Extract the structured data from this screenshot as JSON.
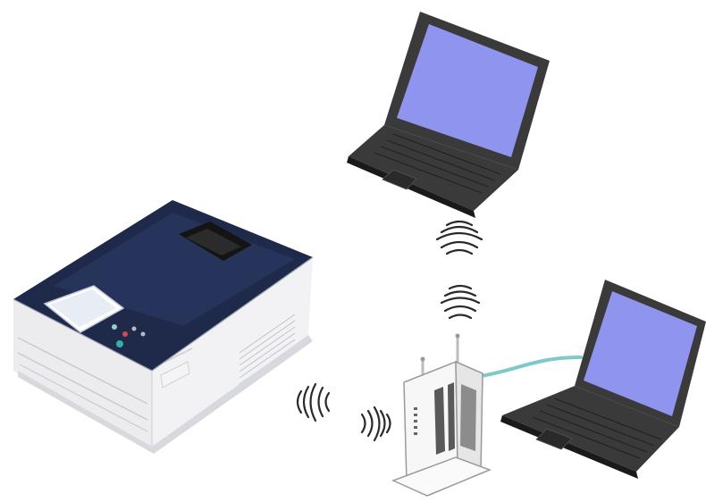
{
  "diagram": {
    "nodes": [
      {
        "id": "printer",
        "icon": "printer-icon"
      },
      {
        "id": "laptop-top",
        "icon": "laptop-icon"
      },
      {
        "id": "laptop-right",
        "icon": "laptop-icon"
      },
      {
        "id": "router",
        "icon": "wireless-router-icon"
      }
    ],
    "links": [
      {
        "from": "printer",
        "to": "router",
        "kind": "wireless"
      },
      {
        "from": "laptop-top",
        "to": "router",
        "kind": "wireless"
      },
      {
        "from": "router",
        "to": "laptop-right",
        "kind": "wired"
      }
    ]
  },
  "colors": {
    "screen": "#8f94ee",
    "laptop_body": "#3a3a3a",
    "printer_top": "#1f2a4a",
    "printer_body": "#ececef",
    "cable": "#7fc9c9",
    "router_body": "#f7f7f7",
    "router_dark": "#595959"
  }
}
